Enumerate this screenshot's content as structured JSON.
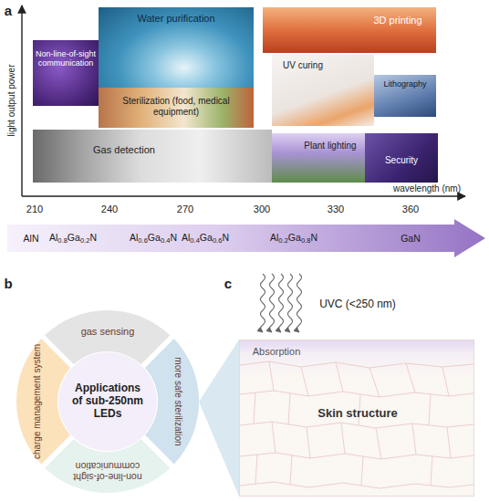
{
  "diagram": {
    "nodes": [
      {
        "text": [
          "Non-line-of-sight communication"
        ]
      },
      {
        "text": [
          "Water purification"
        ]
      },
      {
        "text": [
          "Sterilization (food, medical equipment)"
        ]
      },
      {
        "text": [
          "3D printing"
        ]
      },
      {
        "text": [
          "UV curing"
        ]
      },
      {
        "text": [
          "Lithography"
        ]
      },
      {
        "text": [
          "Gas detection"
        ]
      },
      {
        "text": [
          "Plant lighting"
        ]
      },
      {
        "text": [
          "Security"
        ]
      },
      {
        "text": [
          "AlN",
          "Al0.8Ga0.2N",
          "Al0.6Ga0.4N",
          "Al0.4Ga0.6N",
          "Al0.2Ga0.8N",
          "GaN"
        ]
      },
      {
        "text": [
          "Applications of sub-250nm LEDs"
        ]
      },
      {
        "text": [
          "gas sensing"
        ]
      },
      {
        "text": [
          "more safe sterilization"
        ]
      },
      {
        "text": [
          "non-line-of-sight communication"
        ]
      },
      {
        "text": [
          "charge management system"
        ]
      },
      {
        "text": [
          "Absorption",
          "Skin structure"
        ]
      }
    ],
    "edges": [
      {
        "from": 12,
        "to": 15,
        "arrow": "none"
      }
    ],
    "labels": [
      "a",
      "light output power",
      "wavelength (nm)",
      "210",
      "240",
      "270",
      "300",
      "330",
      "360",
      "b",
      "c",
      "UVC (<250 nm)"
    ]
  }
}
